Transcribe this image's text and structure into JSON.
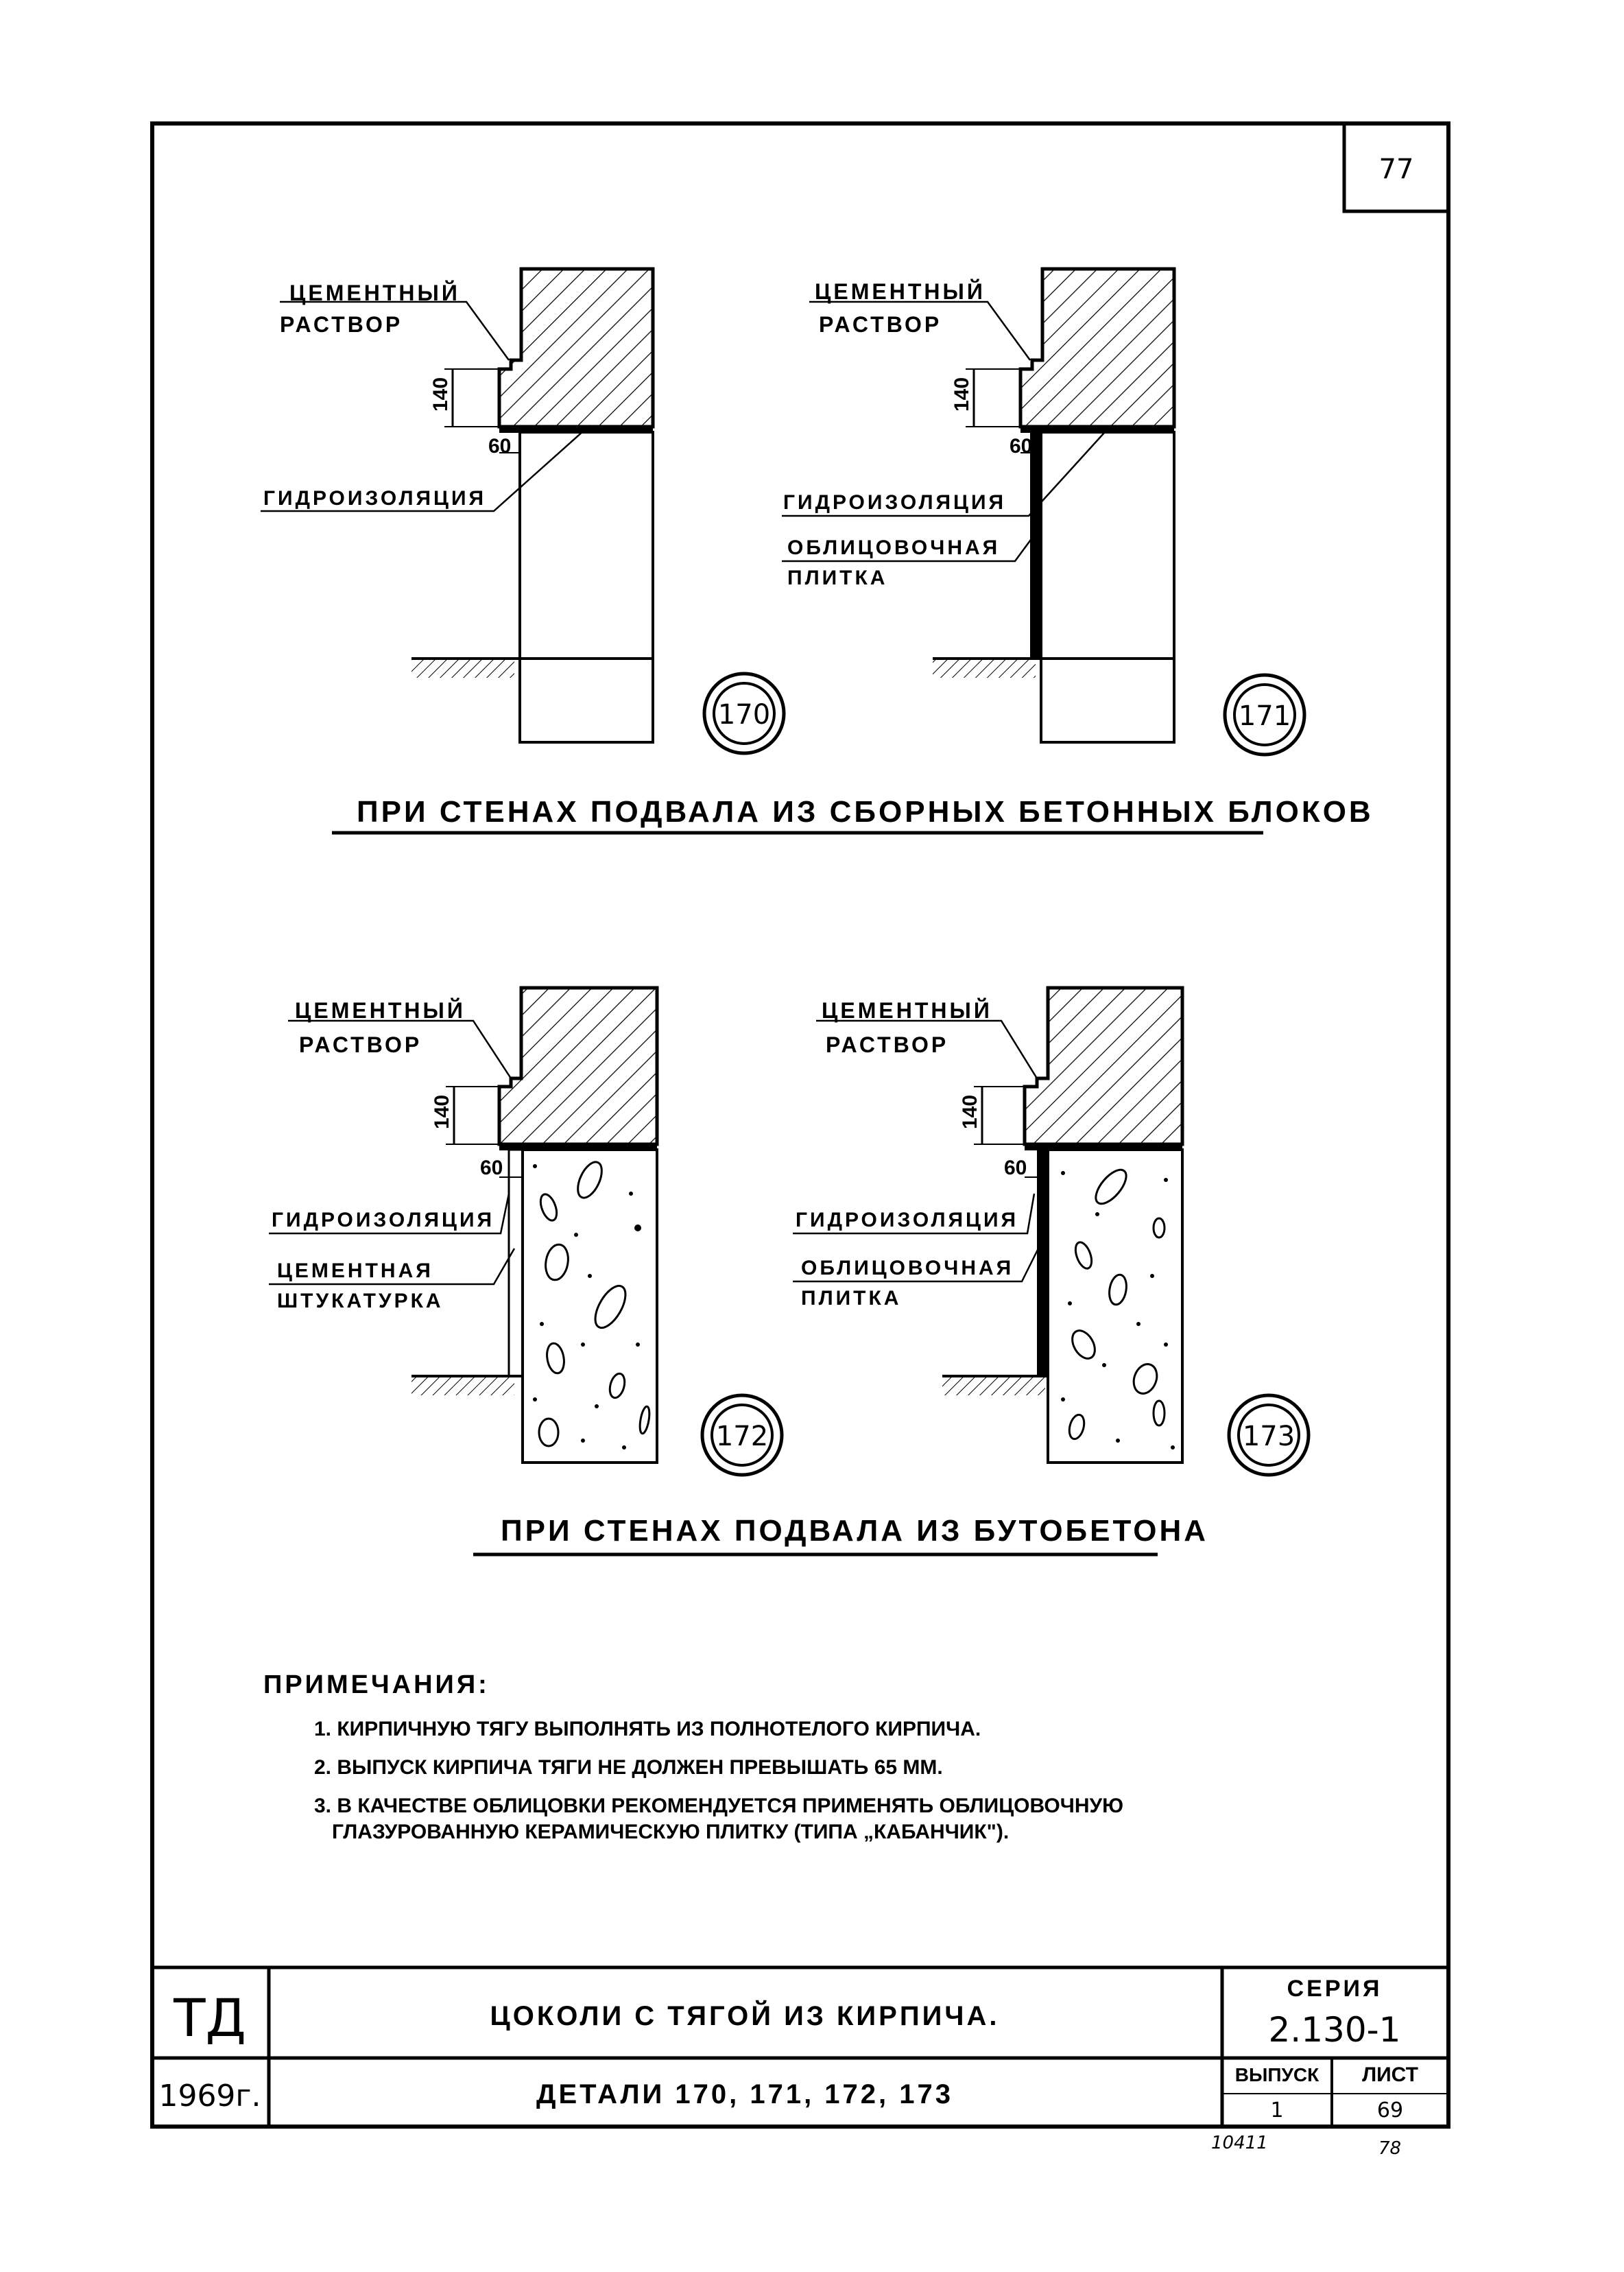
{
  "sheet_number": "77",
  "details": [
    {
      "id": "170",
      "label_mortar_line1": "ЦЕМЕНТНЫЙ",
      "label_mortar_line2": "РАСТВОР",
      "dim_height": "140",
      "dim_offset": "60",
      "label_waterproof": "ГИДРОИЗОЛЯЦИЯ"
    },
    {
      "id": "171",
      "label_mortar_line1": "ЦЕМЕНТНЫЙ",
      "label_mortar_line2": "РАСТВОР",
      "dim_height": "140",
      "dim_offset": "60",
      "label_waterproof": "ГИДРОИЗОЛЯЦИЯ",
      "label_facing_line1": "ОБЛИЦОВОЧНАЯ",
      "label_facing_line2": "ПЛИТКА"
    },
    {
      "id": "172",
      "label_mortar_line1": "ЦЕМЕНТНЫЙ",
      "label_mortar_line2": "РАСТВОР",
      "dim_height": "140",
      "dim_offset": "60",
      "label_waterproof": "ГИДРОИЗОЛЯЦИЯ",
      "label_plaster_line1": "ЦЕМЕНТНАЯ",
      "label_plaster_line2": "ШТУКАТУРКА"
    },
    {
      "id": "173",
      "label_mortar_line1": "ЦЕМЕНТНЫЙ",
      "label_mortar_line2": "РАСТВОР",
      "dim_height": "140",
      "dim_offset": "60",
      "label_waterproof": "ГИДРОИЗОЛЯЦИЯ",
      "label_facing_line1": "ОБЛИЦОВОЧНАЯ",
      "label_facing_line2": "ПЛИТКА"
    }
  ],
  "section_titles": {
    "precast": "ПРИ СТЕНАХ ПОДВАЛА ИЗ СБОРНЫХ БЕТОННЫХ БЛОКОВ",
    "rubble": "ПРИ СТЕНАХ ПОДВАЛА ИЗ БУТОБЕТОНА"
  },
  "notes": {
    "heading": "ПРИМЕЧАНИЯ:",
    "items": [
      "1. КИРПИЧНУЮ ТЯГУ ВЫПОЛНЯТЬ ИЗ ПОЛНОТЕЛОГО КИРПИЧА.",
      "2. ВЫПУСК КИРПИЧА ТЯГИ НЕ ДОЛЖЕН ПРЕВЫШАТЬ 65 ММ.",
      "3. В КАЧЕСТВЕ ОБЛИЦОВКИ РЕКОМЕНДУЕТСЯ ПРИМЕНЯТЬ ОБЛИЦОВОЧНУЮ",
      "ГЛАЗУРОВАННУЮ КЕРАМИЧЕСКУЮ ПЛИТКУ (ТИПА „КАБАНЧИК\")."
    ]
  },
  "title_block": {
    "org": "ТД",
    "year": "1969г.",
    "title": "ЦОКОЛИ С ТЯГОЙ ИЗ КИРПИЧА.",
    "subtitle": "ДЕТАЛИ 170, 171, 172, 173",
    "series_label": "СЕРИЯ",
    "series_value": "2.130-1",
    "issue_label": "ВЫПУСК",
    "issue_value": "1",
    "sheet_label": "ЛИСТ",
    "sheet_value": "69",
    "stamp_left": "10411",
    "stamp_right": "78"
  }
}
